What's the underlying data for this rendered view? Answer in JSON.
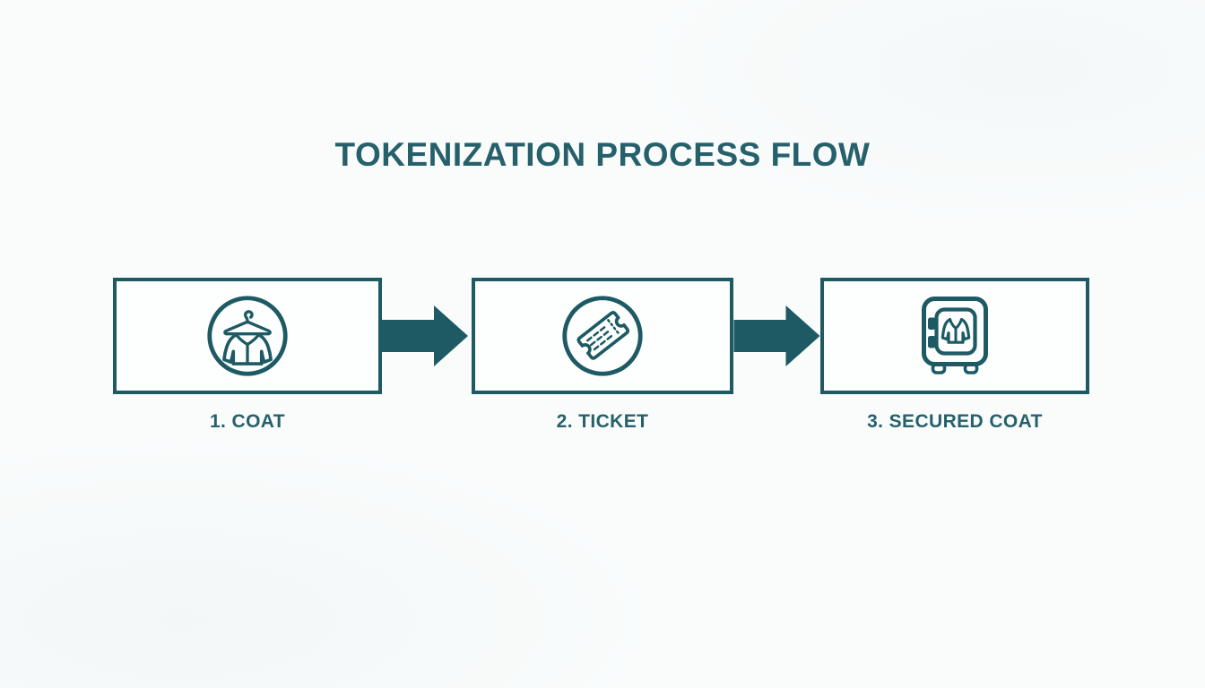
{
  "title": "TOKENIZATION PROCESS FLOW",
  "steps": [
    {
      "label": "1. COAT",
      "icon": "coat-on-hanger-icon"
    },
    {
      "label": "2. TICKET",
      "icon": "ticket-icon"
    },
    {
      "label": "3. SECURED COAT",
      "icon": "safe-with-coat-icon"
    }
  ],
  "arrows": [
    {
      "name": "arrow-step1-to-step2",
      "direction": "right"
    },
    {
      "name": "arrow-step2-to-step3",
      "direction": "right"
    }
  ],
  "colors": {
    "accent": "#1d5a64",
    "title": "#26616b",
    "background": "#fafcfc",
    "box_background": "#fdfefe"
  }
}
